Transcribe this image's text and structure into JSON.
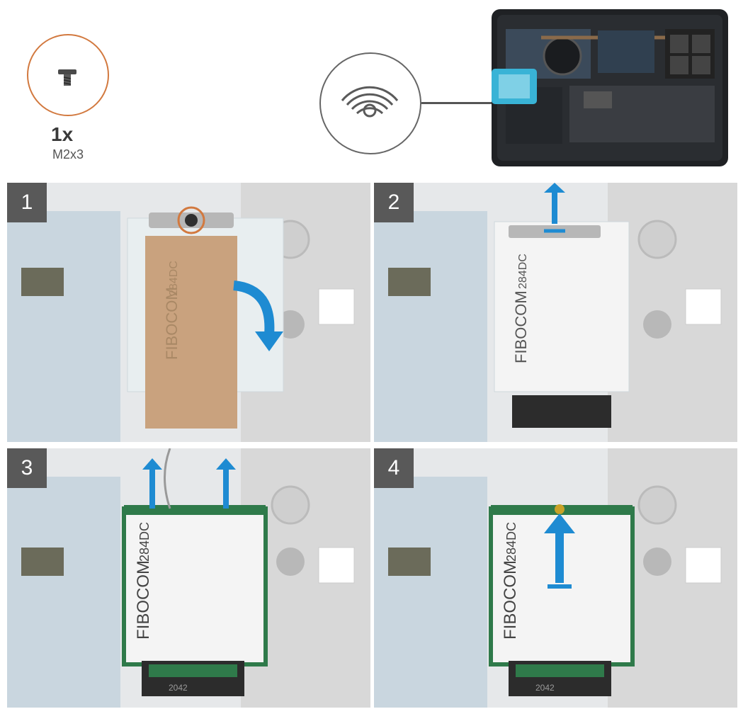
{
  "screw": {
    "quantity": "1x",
    "size": "M2x3"
  },
  "icons": {
    "screw": "screw-icon",
    "wifi": "wwan-wireless-icon"
  },
  "card_text": {
    "model": "284DC",
    "brand": "FIBOCOM",
    "slot": "2042"
  },
  "steps": [
    {
      "number": "1"
    },
    {
      "number": "2"
    },
    {
      "number": "3"
    },
    {
      "number": "4"
    }
  ],
  "colors": {
    "screw_circle": "#d2793f",
    "arrow": "#1e8bd2",
    "badge": "#595959",
    "card_pcb": "#2f7a4a",
    "thermal_shield": "#c9a27e",
    "highlight": "#39b3d6"
  }
}
